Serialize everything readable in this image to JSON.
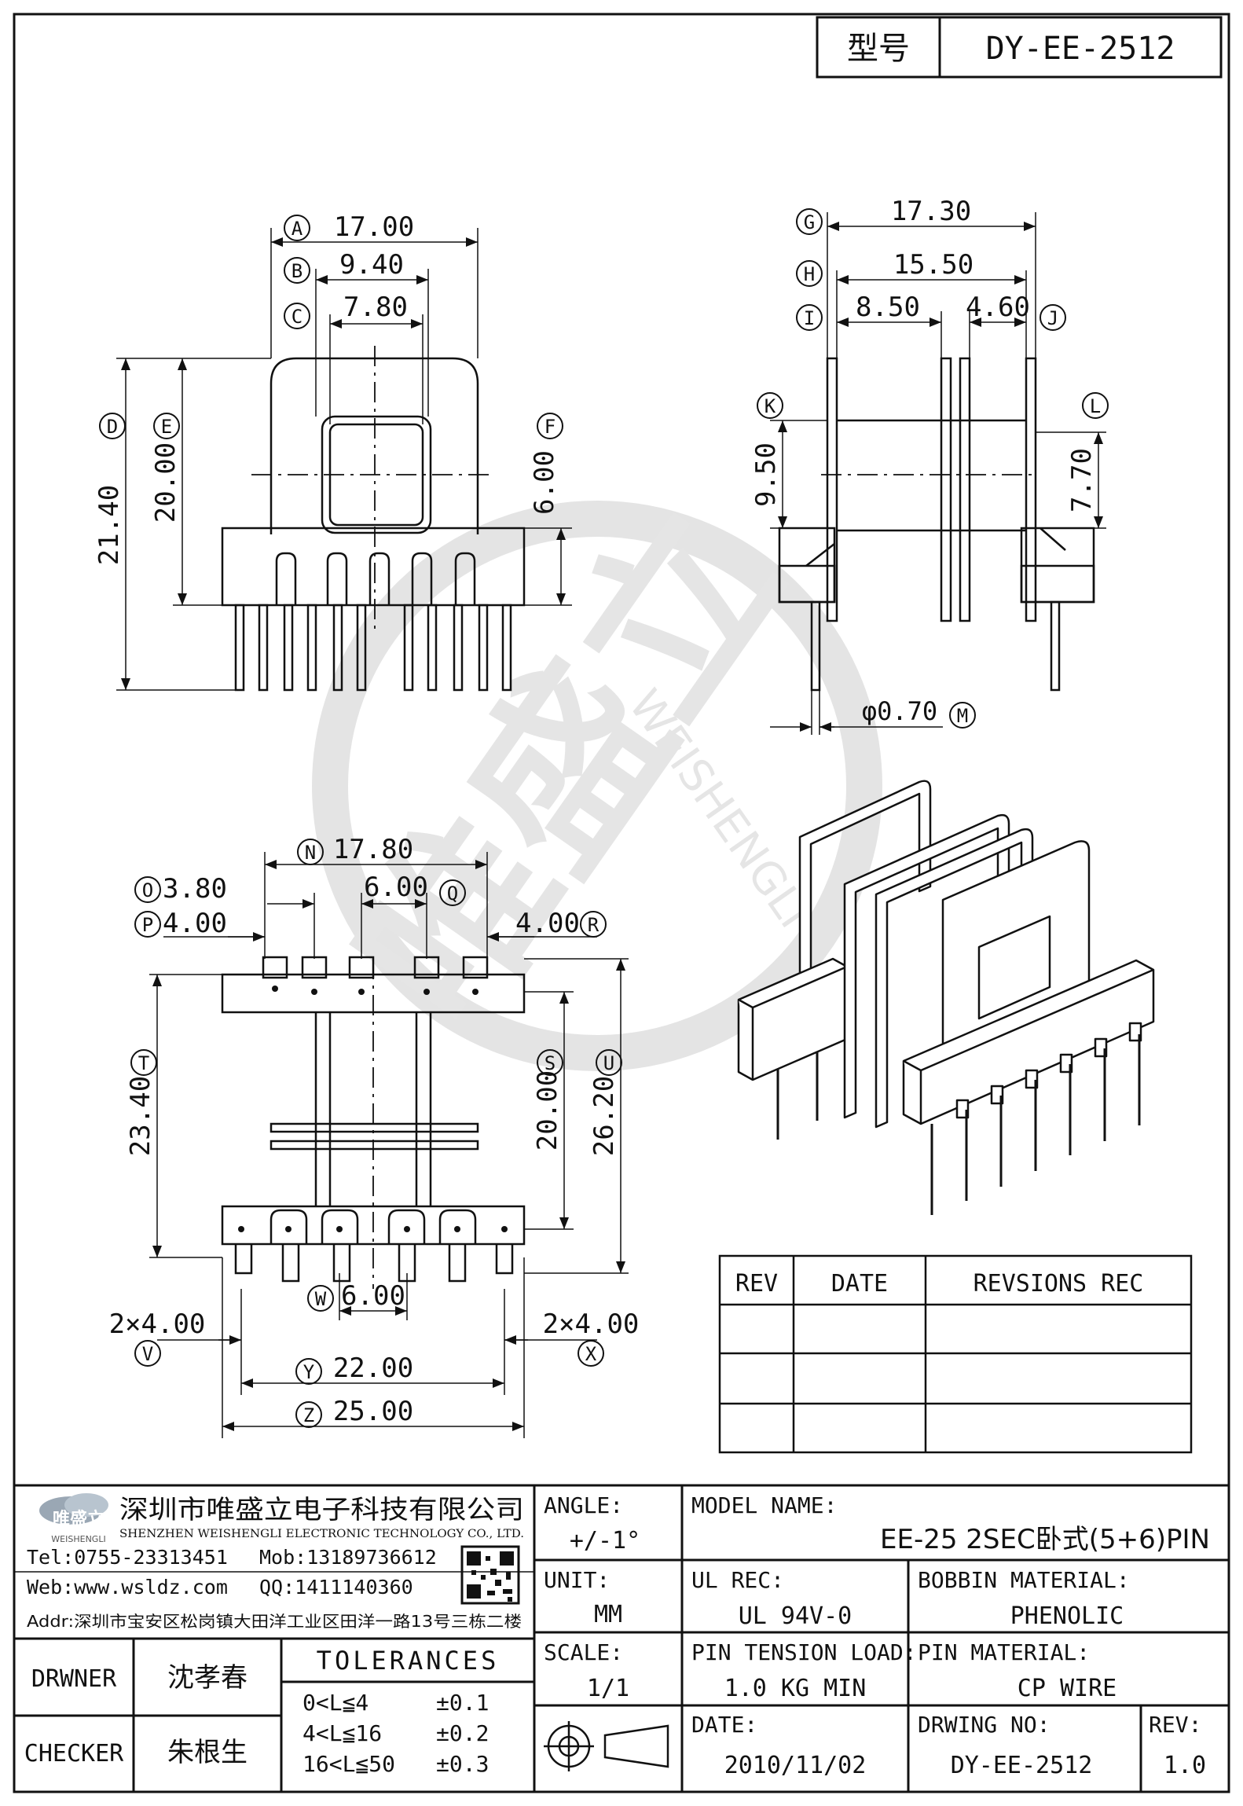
{
  "header": {
    "model_label": "型号",
    "model_value": "DY-EE-2512"
  },
  "front_view": {
    "dims": {
      "A": "17.00",
      "B": "9.40",
      "C": "7.80",
      "D": "21.40",
      "E": "20.00",
      "F": "6.00"
    },
    "markers": [
      "A",
      "B",
      "C",
      "D",
      "E",
      "F"
    ]
  },
  "side_view": {
    "dims": {
      "G": "17.30",
      "H": "15.50",
      "I": "8.50",
      "J": "4.60",
      "K": "9.50",
      "L": "7.70",
      "M": "φ0.70"
    },
    "markers": [
      "G",
      "H",
      "I",
      "J",
      "K",
      "L",
      "M"
    ]
  },
  "bottom_view": {
    "dims": {
      "N": "17.80",
      "O": "3.80",
      "P": "4.00",
      "Q": "6.00",
      "R": "4.00",
      "S": "20.00",
      "T": "23.40",
      "U": "26.20",
      "V": "2×4.00",
      "W": "6.00",
      "X": "2×4.00",
      "Y": "22.00",
      "Z": "25.00"
    },
    "markers": [
      "N",
      "O",
      "P",
      "Q",
      "R",
      "S",
      "T",
      "U",
      "V",
      "W",
      "X",
      "Y",
      "Z"
    ]
  },
  "watermark": {
    "brand": "唯盛立",
    "latin": "WEISHENGLI"
  },
  "revision_table": {
    "headers": [
      "REV",
      "DATE",
      "REVSIONS REC"
    ],
    "rows": [
      [
        "",
        "",
        ""
      ],
      [
        "",
        "",
        ""
      ],
      [
        "",
        "",
        ""
      ]
    ]
  },
  "company": {
    "logo_text": "唯盛立",
    "logo_sub": "WEISHENGLI",
    "name_cn": "深圳市唯盛立电子科技有限公司",
    "name_en": "SHENZHEN WEISHENGLI ELECTRONIC TECHNOLOGY CO., LTD.",
    "tel": "Tel:0755-23313451",
    "mob": "Mob:13189736612",
    "web": "Web:www.wsldz.com",
    "qq": "QQ:1411140360",
    "addr": "Addr:深圳市宝安区松岗镇大田洋工业区田洋一路13号三栋二楼"
  },
  "title_block": {
    "drawner_label": "DRWNER",
    "drawner_value": "沈孝春",
    "checker_label": "CHECKER",
    "checker_value": "朱根生",
    "tolerances_label": "TOLERANCES",
    "tolerances": [
      {
        "range": "0<L≦4",
        "tol": "±0.1"
      },
      {
        "range": "4<L≦16",
        "tol": "±0.2"
      },
      {
        "range": "16<L≦50",
        "tol": "±0.3"
      }
    ],
    "angle_label": "ANGLE:",
    "angle_value": "+/-1°",
    "unit_label": "UNIT:",
    "unit_value": "MM",
    "scale_label": "SCALE:",
    "scale_value": "1/1",
    "model_name_label": "MODEL NAME:",
    "model_name_value": "EE-25 2SEC卧式(5+6)PIN",
    "ul_label": "UL REC:",
    "ul_value": "UL 94V-0",
    "bobbin_label": "BOBBIN MATERIAL:",
    "bobbin_value": "PHENOLIC",
    "tension_label": "PIN TENSION LOAD:",
    "tension_value": "1.0 KG MIN",
    "pin_label": "PIN MATERIAL:",
    "pin_value": "CP WIRE",
    "date_label": "DATE:",
    "date_value": "2010/11/02",
    "drwing_label": "DRWING NO:",
    "drwing_value": "DY-EE-2512",
    "rev_label": "REV:",
    "rev_value": "1.0"
  }
}
